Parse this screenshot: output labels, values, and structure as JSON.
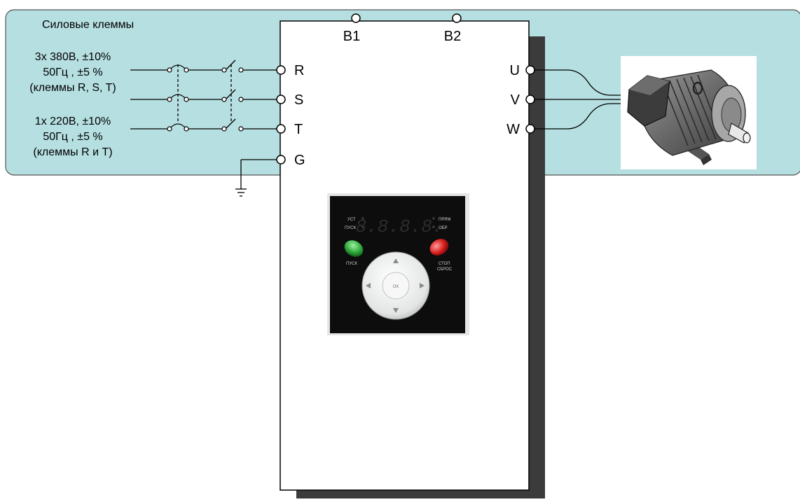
{
  "panel": {
    "title": "Силовые клеммы",
    "bg_color": "#b6dfe1"
  },
  "supply": {
    "line1": "3x  380В, ±10%",
    "line2": "50Гц , ±5 %",
    "line3": "(клеммы R, S, T)",
    "line4": "1x  220В, ±10%",
    "line5": "50Гц , ±5 %",
    "line6": "(клеммы R и T)"
  },
  "terminals": {
    "b1": "B1",
    "b2": "B2",
    "r": "R",
    "s": "S",
    "t": "T",
    "g": "G",
    "u": "U",
    "v": "V",
    "w": "W"
  },
  "keypad": {
    "set_label": "УСТ",
    "run_label": "ПУСК",
    "display": "8.8.8.8.",
    "fwd_label": "ПРЯМ",
    "rev_label": "ОБР",
    "run_button_label": "ПУСК",
    "stop_label": "СТОП",
    "reset_label": "СБРОС",
    "ok_label": "OK",
    "run_button_color": "#2fa83c",
    "stop_button_color": "#d81e1e"
  },
  "icons": {
    "motor": "motor-icon",
    "ground": "ground-icon"
  }
}
